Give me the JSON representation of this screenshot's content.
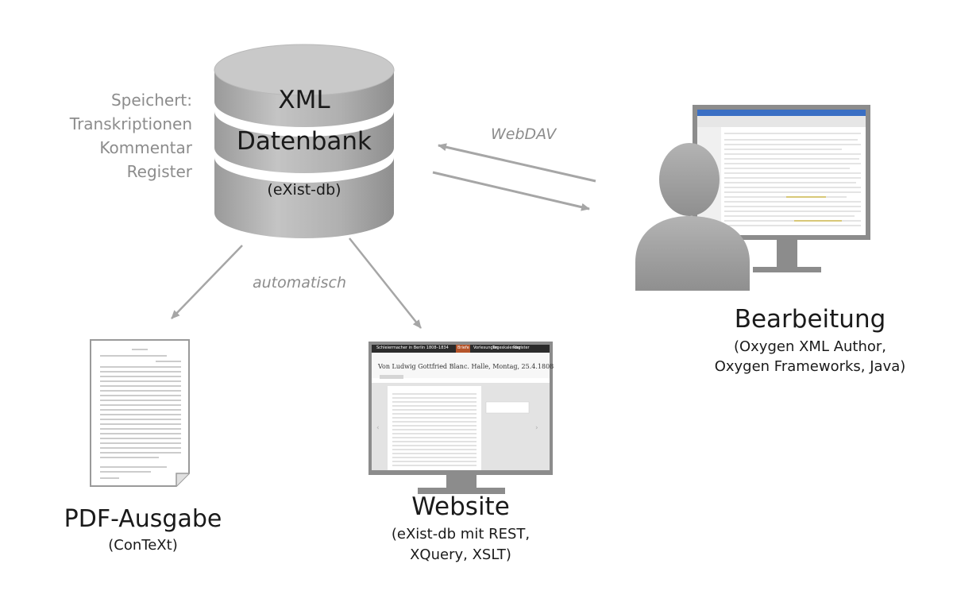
{
  "database": {
    "title_line1": "XML",
    "title_line2": "Datenbank",
    "subtitle": "(eXist-db)"
  },
  "storage": {
    "heading": "Speichert:",
    "items": [
      "Transkriptionen",
      "Kommentar",
      "Register"
    ]
  },
  "connections": {
    "webdav": "WebDAV",
    "automatic": "automatisch"
  },
  "editing": {
    "title": "Bearbeitung",
    "tools_line1": "(Oxygen XML Author,",
    "tools_line2": "Oxygen Frameworks, Java)"
  },
  "pdf": {
    "title": "PDF-Ausgabe",
    "tool": "(ConTeXt)"
  },
  "website": {
    "title": "Website",
    "tech_line1": "(eXist-db mit REST,",
    "tech_line2": "XQuery, XSLT)",
    "nav_brand": "Schleiermacher in Berlin 1808–1834",
    "nav_items": [
      "Briefe",
      "Vorlesungen",
      "Tageskalender",
      "Register"
    ],
    "page_heading": "Von Ludwig Gottfried Blanc. Halle, Montag, 25.4.1808"
  },
  "colors": {
    "db_fill": "#b3b3b3",
    "db_ring": "#8a8a8a",
    "arrow": "#a6a6a6",
    "person": "#a8a8a8",
    "monitor": "#8c8c8c",
    "label_grey": "#8c8c8c",
    "label_dark": "#1a1a1a",
    "web_nav": "#2b2b2b",
    "web_accent": "#b5542a"
  }
}
